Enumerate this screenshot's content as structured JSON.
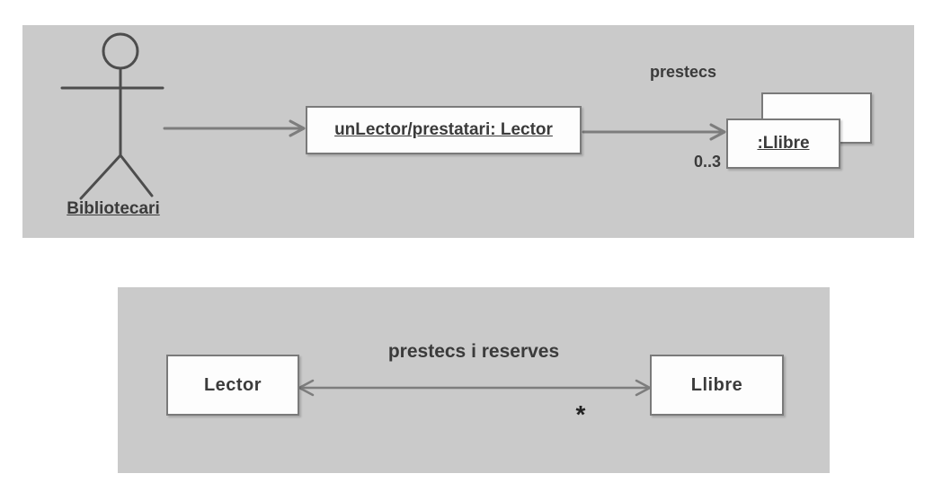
{
  "colors": {
    "page_bg": "#ffffff",
    "panel_bg": "#cacaca",
    "box_bg": "#fdfdfd",
    "box_border": "#7a7a7a",
    "connector": "#7d7d7d",
    "actor_stroke": "#4d4d4d",
    "text": "#3b3b3b"
  },
  "object_diagram": {
    "actor_label": "Bibliotecari",
    "object_box_label": "unLector/prestatari: Lector",
    "link_label": "prestecs",
    "multiplicity_label": "0..3",
    "multiobject_label": ":Llibre"
  },
  "class_diagram": {
    "left_class_label": "Lector",
    "right_class_label": "Llibre",
    "association_label": "prestecs i reserves",
    "multiplicity_label": "*"
  }
}
